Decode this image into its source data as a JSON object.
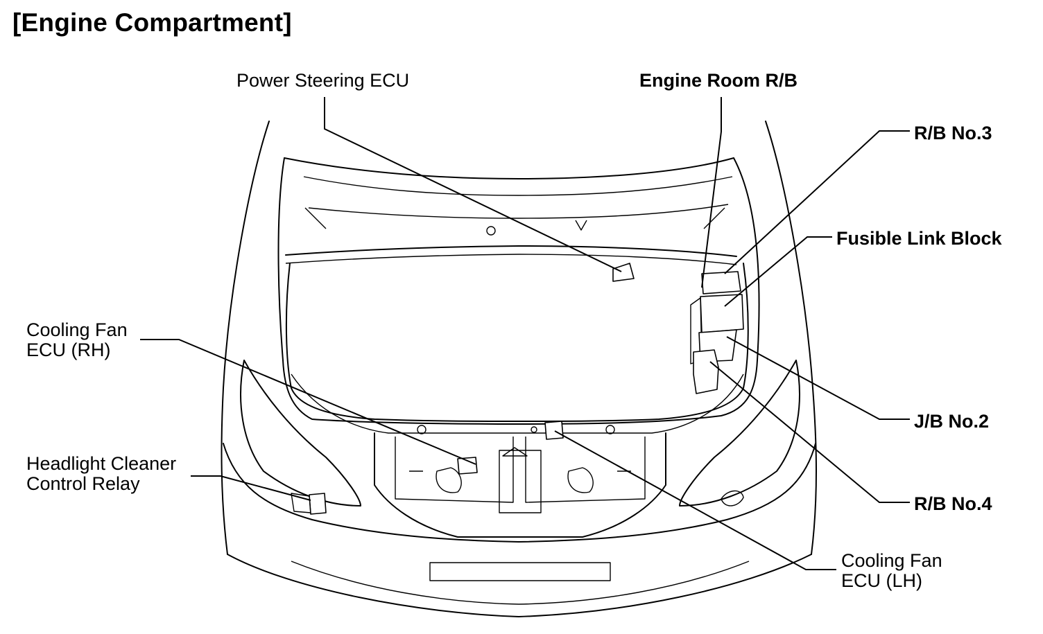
{
  "title": "[Engine Compartment]",
  "labels": {
    "power_steering_ecu": "Power Steering ECU",
    "engine_room_rb": "Engine Room R/B",
    "rb_no3": "R/B No.3",
    "fusible_link_block": "Fusible Link Block",
    "cooling_fan_ecu_rh": [
      "Cooling Fan",
      "ECU (RH)"
    ],
    "headlight_cleaner_relay": [
      "Headlight Cleaner",
      "Control Relay"
    ],
    "jb_no2": "J/B No.2",
    "rb_no4": "R/B No.4",
    "cooling_fan_ecu_lh": [
      "Cooling Fan",
      "ECU (LH)"
    ]
  }
}
